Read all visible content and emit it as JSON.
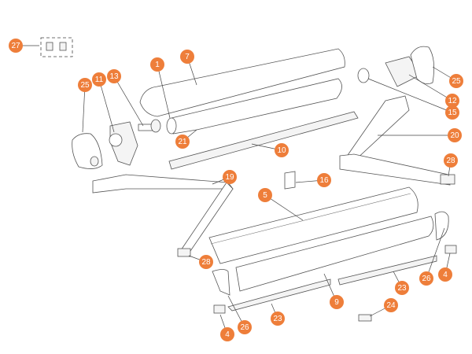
{
  "diagram": {
    "accent_color": "#ee7e3a",
    "callouts": [
      {
        "label": "27",
        "part": "accessory-kit"
      },
      {
        "label": "1"
      },
      {
        "label": "7"
      },
      {
        "label": "25"
      },
      {
        "label": "11"
      },
      {
        "label": "13"
      },
      {
        "label": "21"
      },
      {
        "label": "10"
      },
      {
        "label": "19"
      },
      {
        "label": "16"
      },
      {
        "label": "5"
      },
      {
        "label": "28"
      },
      {
        "label": "26"
      },
      {
        "label": "4"
      },
      {
        "label": "9"
      },
      {
        "label": "23"
      },
      {
        "label": "24"
      },
      {
        "label": "23"
      },
      {
        "label": "26"
      },
      {
        "label": "4"
      },
      {
        "label": "25"
      },
      {
        "label": "12"
      },
      {
        "label": "15"
      },
      {
        "label": "20"
      },
      {
        "label": "28"
      }
    ]
  }
}
